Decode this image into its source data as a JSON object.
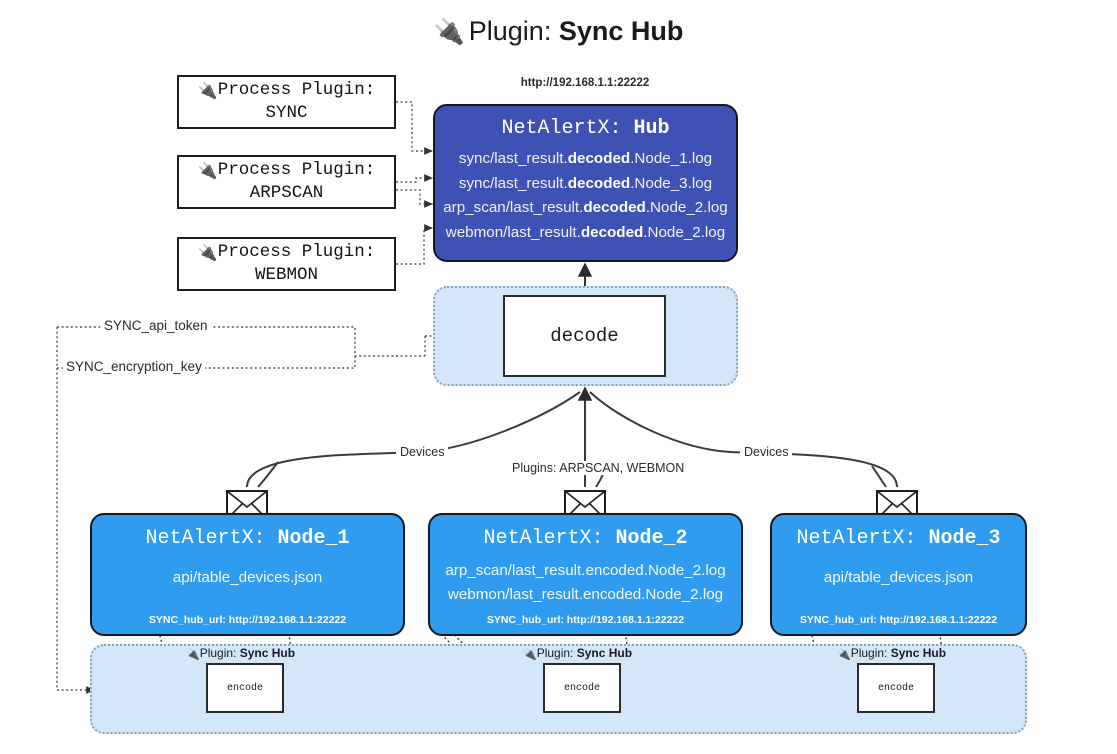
{
  "title": {
    "icon": "electric-plug-icon",
    "prefix": "Plugin:",
    "name": "Sync Hub"
  },
  "process_plugins": [
    {
      "line1": "Process Plugin:",
      "line2": "SYNC",
      "icon": "electric-plug-icon"
    },
    {
      "line1": "Process Plugin:",
      "line2": "ARPSCAN",
      "icon": "electric-plug-icon"
    },
    {
      "line1": "Process Plugin:",
      "line2": "WEBMON",
      "icon": "electric-plug-icon"
    }
  ],
  "hub": {
    "url": "http://192.168.1.1:22222",
    "title_prefix": "NetAlertX:",
    "title_name": "Hub",
    "rows": [
      {
        "pre": "sync/last_result.",
        "bold": "decoded",
        "post": ".Node_1.log"
      },
      {
        "pre": "sync/last_result.",
        "bold": "decoded",
        "post": ".Node_3.log"
      },
      {
        "pre": "arp_scan/last_result.",
        "bold": "decoded",
        "post": ".Node_2.log"
      },
      {
        "pre": "webmon/last_result.",
        "bold": "decoded",
        "post": ".Node_2.log"
      }
    ]
  },
  "decode": {
    "label": "decode"
  },
  "keys": {
    "api_token": "SYNC_api_token",
    "encryption_key": "SYNC_encryption_key"
  },
  "edge_labels": {
    "devices_left": "Devices",
    "devices_right": "Devices",
    "plugins_mid": "Plugins: ARPSCAN, WEBMON"
  },
  "nodes": [
    {
      "title_prefix": "NetAlertX:",
      "title_name": "Node_1",
      "rows": [
        "api/table_devices.json"
      ],
      "footer": "SYNC_hub_url: http://192.168.1.1:22222",
      "icon": "envelope-icon"
    },
    {
      "title_prefix": "NetAlertX:",
      "title_name": "Node_2",
      "rows": [
        "arp_scan/last_result.encoded.Node_2.log",
        "webmon/last_result.encoded.Node_2.log"
      ],
      "footer": "SYNC_hub_url: http://192.168.1.1:22222",
      "icon": "envelope-icon"
    },
    {
      "title_prefix": "NetAlertX:",
      "title_name": "Node_3",
      "rows": [
        "api/table_devices.json"
      ],
      "footer": "SYNC_hub_url: http://192.168.1.1:22222",
      "icon": "envelope-icon"
    }
  ],
  "encoders": [
    {
      "plugin_prefix": "Plugin:",
      "plugin_name": "Sync Hub",
      "label": "encode",
      "icon": "electric-plug-icon"
    },
    {
      "plugin_prefix": "Plugin:",
      "plugin_name": "Sync Hub",
      "label": "encode",
      "icon": "electric-plug-icon"
    },
    {
      "plugin_prefix": "Plugin:",
      "plugin_name": "Sync Hub",
      "label": "encode",
      "icon": "electric-plug-icon"
    }
  ],
  "colors": {
    "hub_fill": "#4051b5",
    "node_fill": "#2f9cf0",
    "subgraph_fill": "#d3e7f9",
    "stroke": "#17171d",
    "dotted": "#555555"
  }
}
